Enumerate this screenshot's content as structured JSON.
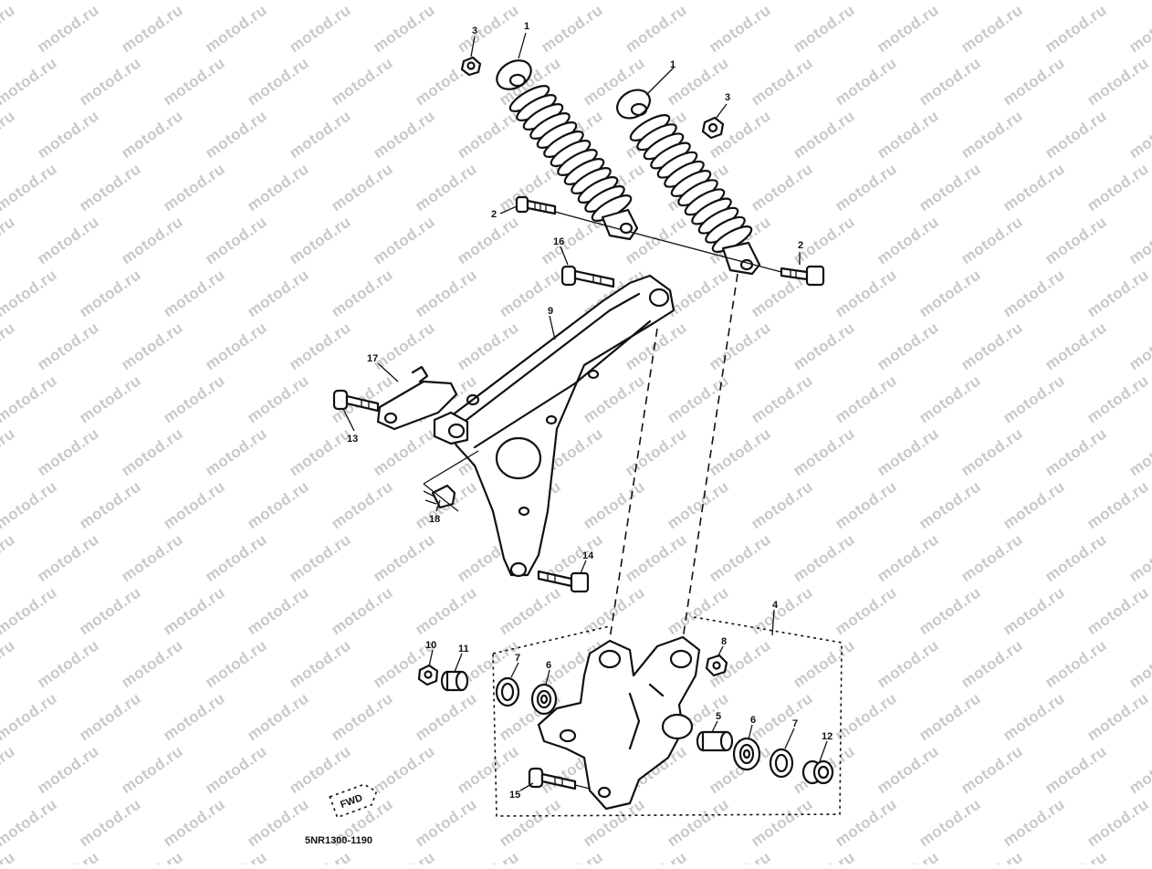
{
  "watermark": {
    "text": "motod.ru"
  },
  "colors": {
    "ink": "#111111",
    "watermark": "#c9c9c9",
    "background": "#ffffff"
  },
  "diagram": {
    "code": "5NR1300-1190",
    "fwd_label": "FWD"
  },
  "callouts": {
    "shock_absorber_left": "1",
    "shock_absorber_right": "1",
    "nut_3_left": "3",
    "nut_3_right": "3",
    "bolt_2_left": "2",
    "bolt_2_right": "2",
    "bolt_16": "16",
    "arm_9": "9",
    "bracket_17": "17",
    "bolt_13": "13",
    "clip_18": "18",
    "bolt_14": "14",
    "assembly_4": "4",
    "nut_10": "10",
    "collar_11": "11",
    "seal_7_left": "7",
    "bearing_6_left": "6",
    "nut_8": "8",
    "spacer_5": "5",
    "bearing_6_right": "6",
    "seal_7_right": "7",
    "cap_12": "12",
    "bolt_15": "15"
  }
}
